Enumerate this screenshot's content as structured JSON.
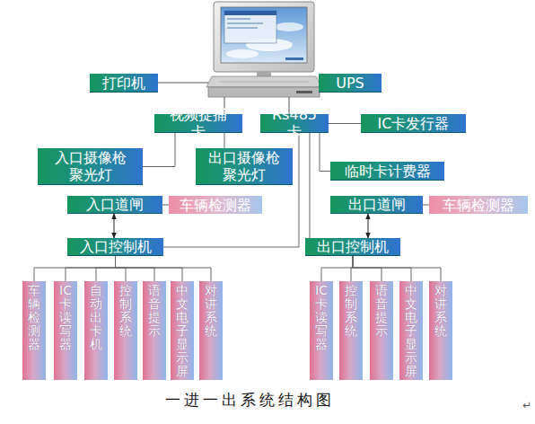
{
  "diagram": {
    "caption": "一进一出系统结构图",
    "nodes": [
      {
        "text": [
          "打印机"
        ]
      },
      {
        "text": [
          "UPS"
        ]
      },
      {
        "text": [
          "视频捉捕卡"
        ]
      },
      {
        "text": [
          "Rs485卡"
        ]
      },
      {
        "text": [
          "IC卡发行器"
        ]
      },
      {
        "text": [
          "入口摄像枪 聚光灯"
        ]
      },
      {
        "text": [
          "出口摄像枪 聚光灯"
        ]
      },
      {
        "text": [
          "临时卡计费器"
        ]
      },
      {
        "text": [
          "入口道闸"
        ]
      },
      {
        "text": [
          "车辆检测器"
        ]
      },
      {
        "text": [
          "出口道闸"
        ]
      },
      {
        "text": [
          "车辆检测器"
        ]
      },
      {
        "text": [
          "入口控制机"
        ]
      },
      {
        "text": [
          "出口控制机"
        ]
      },
      {
        "text": [
          "车辆检测器"
        ]
      },
      {
        "text": [
          "IC卡读写器"
        ]
      },
      {
        "text": [
          "自动出卡机"
        ]
      },
      {
        "text": [
          "控制系统"
        ]
      },
      {
        "text": [
          "语音提示"
        ]
      },
      {
        "text": [
          "中文电子显示屏"
        ]
      },
      {
        "text": [
          "对讲系统"
        ]
      },
      {
        "text": [
          "IC卡读写器"
        ]
      },
      {
        "text": [
          "控制系统"
        ]
      },
      {
        "text": [
          "语音提示"
        ]
      },
      {
        "text": [
          "中文电子显示屏"
        ]
      },
      {
        "text": [
          "对讲系统"
        ]
      }
    ],
    "edges": [
      {
        "from": 2,
        "to": 5,
        "arrow": "none"
      },
      {
        "from": 2,
        "to": 6,
        "arrow": "none"
      },
      {
        "from": 3,
        "to": 4,
        "arrow": "none"
      },
      {
        "from": 3,
        "to": 7,
        "arrow": "none"
      },
      {
        "from": 3,
        "to": 12,
        "arrow": "none"
      },
      {
        "from": 3,
        "to": 13,
        "arrow": "none"
      },
      {
        "from": 8,
        "to": 12,
        "arrow": "both"
      },
      {
        "from": 8,
        "to": 9,
        "arrow": "none"
      },
      {
        "from": 10,
        "to": 13,
        "arrow": "both"
      },
      {
        "from": 10,
        "to": 11,
        "arrow": "none"
      },
      {
        "from": 12,
        "to": 14,
        "arrow": "none"
      },
      {
        "from": 12,
        "to": 15,
        "arrow": "none"
      },
      {
        "from": 12,
        "to": 16,
        "arrow": "none"
      },
      {
        "from": 12,
        "to": 17,
        "arrow": "none"
      },
      {
        "from": 12,
        "to": 18,
        "arrow": "none"
      },
      {
        "from": 12,
        "to": 19,
        "arrow": "none"
      },
      {
        "from": 12,
        "to": 20,
        "arrow": "none"
      },
      {
        "from": 13,
        "to": 21,
        "arrow": "none"
      },
      {
        "from": 13,
        "to": 22,
        "arrow": "none"
      },
      {
        "from": 13,
        "to": 23,
        "arrow": "none"
      },
      {
        "from": 13,
        "to": 24,
        "arrow": "none"
      },
      {
        "from": 13,
        "to": 25,
        "arrow": "none"
      }
    ],
    "labels": [
      "↵"
    ]
  }
}
